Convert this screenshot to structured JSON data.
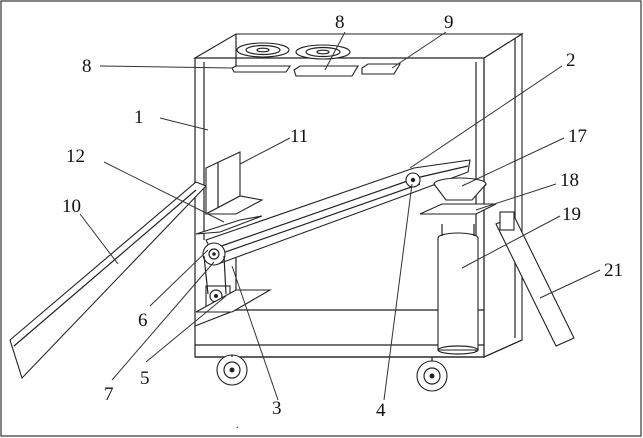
{
  "labels": {
    "l1": "1",
    "l2": "2",
    "l3": "3",
    "l4": "4",
    "l5": "5",
    "l6": "6",
    "l7": "7",
    "l8a": "8",
    "l8b": "8",
    "l9": "9",
    "l10": "10",
    "l11": "11",
    "l12": "12",
    "l17": "17",
    "l18": "18",
    "l19": "19",
    "l21": "21"
  },
  "colors": {
    "line": "#222222",
    "background": "#ffffff"
  }
}
